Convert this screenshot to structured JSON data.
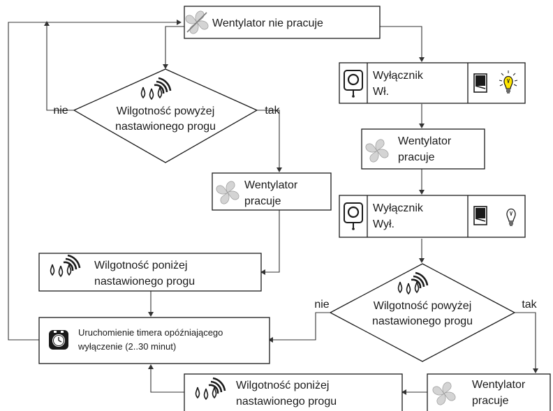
{
  "nodes": {
    "start": {
      "label": "Wentylator nie pracuje",
      "icon": "fan-off-icon"
    },
    "decision_left": {
      "line1": "Wilgotność powyżej",
      "line2": "nastawionego progu",
      "icon": "humidity-icon"
    },
    "yes_left": "tak",
    "no_left": "nie",
    "fan_on_left": {
      "line1": "Wentylator",
      "line2": "pracuje",
      "icon": "fan-icon"
    },
    "humidity_low_left": {
      "line1": "Wilgotność poniżej",
      "line2": "nastawionego progu",
      "icon": "humidity-icon"
    },
    "timer": {
      "line1": "Uruchomienie timera opóźniającego",
      "line2": "wyłączenie (2..30 minut)",
      "icon": "timer-icon"
    },
    "switch_on": {
      "line1": "Wyłącznik",
      "line2": "Wł.",
      "icon": "pull-switch-icon",
      "icon2": "light-switch-on-icon"
    },
    "fan_on_right": {
      "line1": "Wentylator",
      "line2": "pracuje",
      "icon": "fan-icon"
    },
    "switch_off": {
      "line1": "Wyłącznik",
      "line2": "Wył.",
      "icon": "pull-switch-icon",
      "icon2": "light-switch-off-icon"
    },
    "decision_right": {
      "line1": "Wilgotność powyżej",
      "line2": "nastawionego progu",
      "icon": "humidity-icon"
    },
    "yes_right": "tak",
    "no_right": "nie",
    "fan_on_bottom": {
      "line1": "Wentylator",
      "line2": "pracuje",
      "icon": "fan-icon"
    },
    "humidity_low_bottom": {
      "line1": "Wilgotność poniżej",
      "line2": "nastawionego progu",
      "icon": "humidity-icon"
    }
  },
  "colors": {
    "line": "#333333",
    "bulb_on": "#ffe600",
    "fan_blade": "#d4d4d4",
    "box_border": "#1a1a1a"
  }
}
